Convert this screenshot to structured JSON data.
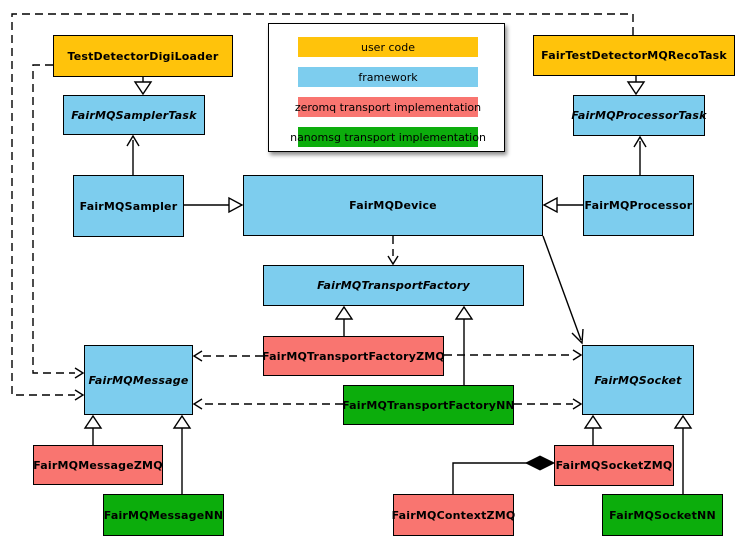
{
  "colors": {
    "user_code": "#FFC30B",
    "framework": "#7DCDEE",
    "zeromq": "#F97570",
    "nanomsg": "#0CAD0C",
    "line": "#000000",
    "background": "#FFFFFF"
  },
  "legend": {
    "items": [
      {
        "label": "user code",
        "color_key": "user_code"
      },
      {
        "label": "framework",
        "color_key": "framework"
      },
      {
        "label": "zeromq transport implementation",
        "color_key": "zeromq"
      },
      {
        "label": "nanomsg transport implementation",
        "color_key": "nanomsg"
      }
    ]
  },
  "nodes": [
    {
      "label": "TestDetectorDigiLoader",
      "category": "user_code",
      "abstract": false
    },
    {
      "label": "FairTestDetectorMQRecoTask",
      "category": "user_code",
      "abstract": false
    },
    {
      "label": "FairMQSamplerTask",
      "category": "framework",
      "abstract": true
    },
    {
      "label": "FairMQProcessorTask",
      "category": "framework",
      "abstract": true
    },
    {
      "label": "FairMQSampler",
      "category": "framework",
      "abstract": false
    },
    {
      "label": "FairMQDevice",
      "category": "framework",
      "abstract": false
    },
    {
      "label": "FairMQProcessor",
      "category": "framework",
      "abstract": false
    },
    {
      "label": "FairMQTransportFactory",
      "category": "framework",
      "abstract": true
    },
    {
      "label": "FairMQTransportFactoryZMQ",
      "category": "zeromq",
      "abstract": false
    },
    {
      "label": "FairMQTransportFactoryNN",
      "category": "nanomsg",
      "abstract": false
    },
    {
      "label": "FairMQMessage",
      "category": "framework",
      "abstract": true
    },
    {
      "label": "FairMQSocket",
      "category": "framework",
      "abstract": true
    },
    {
      "label": "FairMQMessageZMQ",
      "category": "zeromq",
      "abstract": false
    },
    {
      "label": "FairMQMessageNN",
      "category": "nanomsg",
      "abstract": false
    },
    {
      "label": "FairMQContextZMQ",
      "category": "zeromq",
      "abstract": false
    },
    {
      "label": "FairMQSocketZMQ",
      "category": "zeromq",
      "abstract": false
    },
    {
      "label": "FairMQSocketNN",
      "category": "nanomsg",
      "abstract": false
    }
  ],
  "edges": [
    {
      "from": "TestDetectorDigiLoader",
      "to": "FairMQSamplerTask",
      "type": "inheritance",
      "style": "solid"
    },
    {
      "from": "FairTestDetectorMQRecoTask",
      "to": "FairMQProcessorTask",
      "type": "inheritance",
      "style": "solid"
    },
    {
      "from": "FairMQSampler",
      "to": "FairMQDevice",
      "type": "inheritance",
      "style": "solid"
    },
    {
      "from": "FairMQProcessor",
      "to": "FairMQDevice",
      "type": "inheritance",
      "style": "solid"
    },
    {
      "from": "FairMQTransportFactoryZMQ",
      "to": "FairMQTransportFactory",
      "type": "inheritance",
      "style": "solid"
    },
    {
      "from": "FairMQTransportFactoryNN",
      "to": "FairMQTransportFactory",
      "type": "inheritance",
      "style": "solid"
    },
    {
      "from": "FairMQMessageZMQ",
      "to": "FairMQMessage",
      "type": "inheritance",
      "style": "solid"
    },
    {
      "from": "FairMQMessageNN",
      "to": "FairMQMessage",
      "type": "inheritance",
      "style": "solid"
    },
    {
      "from": "FairMQSocketZMQ",
      "to": "FairMQSocket",
      "type": "inheritance",
      "style": "solid"
    },
    {
      "from": "FairMQSocketNN",
      "to": "FairMQSocket",
      "type": "inheritance",
      "style": "solid"
    },
    {
      "from": "FairMQSampler",
      "to": "FairMQSamplerTask",
      "type": "association",
      "style": "solid"
    },
    {
      "from": "FairMQProcessor",
      "to": "FairMQProcessorTask",
      "type": "association",
      "style": "solid"
    },
    {
      "from": "FairMQDevice",
      "to": "FairMQTransportFactory",
      "type": "dependency",
      "style": "dashed"
    },
    {
      "from": "FairMQDevice",
      "to": "FairMQSocket",
      "type": "association",
      "style": "solid"
    },
    {
      "from": "FairTestDetectorMQRecoTask",
      "to": "FairMQMessage",
      "type": "dependency",
      "style": "dashed"
    },
    {
      "from": "TestDetectorDigiLoader",
      "to": "FairMQMessage",
      "type": "dependency",
      "style": "dashed"
    },
    {
      "from": "FairMQTransportFactoryZMQ",
      "to": "FairMQMessage",
      "type": "dependency",
      "style": "dashed"
    },
    {
      "from": "FairMQTransportFactoryZMQ",
      "to": "FairMQSocket",
      "type": "dependency",
      "style": "dashed"
    },
    {
      "from": "FairMQTransportFactoryNN",
      "to": "FairMQMessage",
      "type": "dependency",
      "style": "dashed"
    },
    {
      "from": "FairMQTransportFactoryNN",
      "to": "FairMQSocket",
      "type": "dependency",
      "style": "dashed"
    },
    {
      "from": "FairMQContextZMQ",
      "to": "FairMQSocketZMQ",
      "type": "composition",
      "style": "solid"
    }
  ]
}
